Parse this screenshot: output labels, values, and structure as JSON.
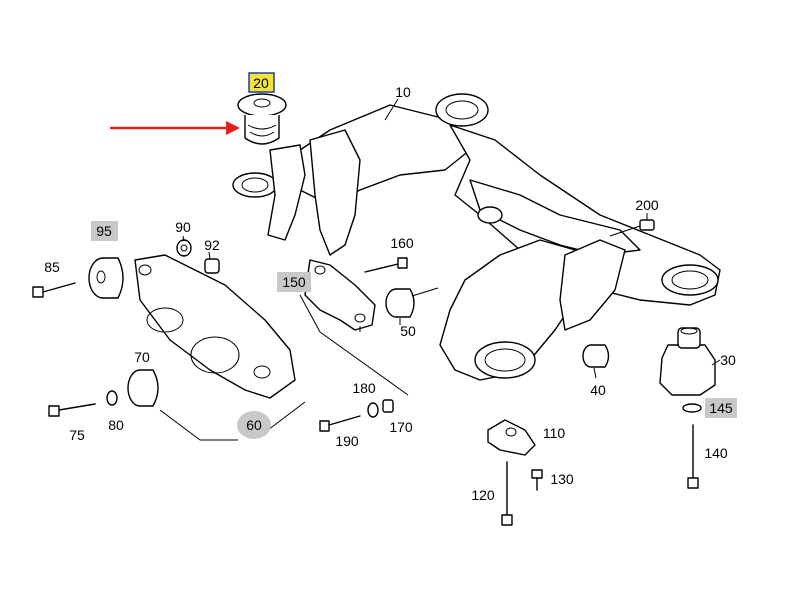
{
  "diagram": {
    "callouts": {
      "c10": "10",
      "c20": "20",
      "c30": "30",
      "c40": "40",
      "c50": "50",
      "c60": "60",
      "c70": "70",
      "c75": "75",
      "c80": "80",
      "c85": "85",
      "c90": "90",
      "c92": "92",
      "c95": "95",
      "c110": "110",
      "c120": "120",
      "c130": "130",
      "c140": "140",
      "c145": "145",
      "c150": "150",
      "c160": "160",
      "c170": "170",
      "c180": "180",
      "c190": "190",
      "c200": "200"
    },
    "colors": {
      "highlight_box_fill": "#f2e33a",
      "highlight_box_border": "#1b3ea3",
      "gray_box": "#c8c8c8",
      "arrow": "#e2231a",
      "line": "#000000"
    }
  }
}
